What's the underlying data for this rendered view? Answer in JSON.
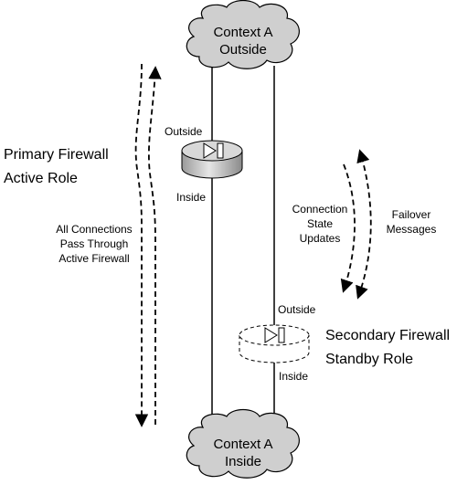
{
  "top_cloud": {
    "line1": "Context A",
    "line2": "Outside"
  },
  "bottom_cloud": {
    "line1": "Context A",
    "line2": "Inside"
  },
  "primary": {
    "title_line1": "Primary Firewall",
    "title_line2": "Active Role",
    "outside_label": "Outside",
    "inside_label": "Inside"
  },
  "secondary": {
    "title_line1": "Secondary Firewall",
    "title_line2": "Standby Role",
    "outside_label": "Outside",
    "inside_label": "Inside"
  },
  "connections_note": {
    "line1": "All Connections",
    "line2": "Pass Through",
    "line3": "Active Firewall"
  },
  "state_updates": {
    "line1": "Connection",
    "line2": "State",
    "line3": "Updates"
  },
  "failover": {
    "line1": "Failover",
    "line2": "Messages"
  },
  "colors": {
    "cloud_fill": "#cfcfcf",
    "firewall_fill": "#c8c8c8",
    "line": "#000000"
  }
}
